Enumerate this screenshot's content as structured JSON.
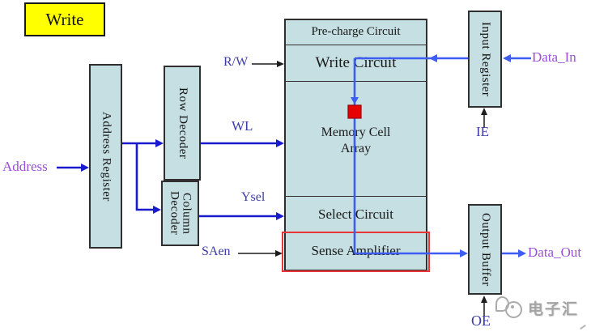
{
  "badge": {
    "label": "Write"
  },
  "blocks": {
    "address_register": {
      "label": "Address Register"
    },
    "row_decoder": {
      "label": "Row Decoder"
    },
    "column_decoder": {
      "label": "Column Decoder"
    },
    "input_register": {
      "label": "Input Register"
    },
    "output_buffer": {
      "label": "Output Buffer"
    }
  },
  "memory_block": {
    "sections": [
      {
        "label": "Pre-charge Circuit"
      },
      {
        "label": "Write Circuit"
      },
      {
        "label": "Memory Cell Array"
      },
      {
        "label": "Select Circuit"
      },
      {
        "label": "Sense Amplifier"
      }
    ]
  },
  "signals": {
    "address": {
      "label": "Address"
    },
    "rw": {
      "label": "R/W"
    },
    "wl": {
      "label": "WL"
    },
    "ysel": {
      "label": "Ysel"
    },
    "saen": {
      "label": "SAen"
    },
    "data_in": {
      "label": "Data_In"
    },
    "ie": {
      "label": "IE"
    },
    "data_out": {
      "label": "Data_Out"
    },
    "oe": {
      "label": "OE"
    }
  },
  "watermark": {
    "label": "电子汇"
  },
  "colors": {
    "badge_fill": "#ffff00",
    "block_fill": "#c5dfe2",
    "highlight_red": "#e83535",
    "memory_cell_red": "#e60000",
    "address_wire_blue": "#1a1acd",
    "data_wire_blue": "#3d5ef0",
    "control_label_navy": "#3c3ca8",
    "bus_label_purple": "#9c4fd6"
  }
}
